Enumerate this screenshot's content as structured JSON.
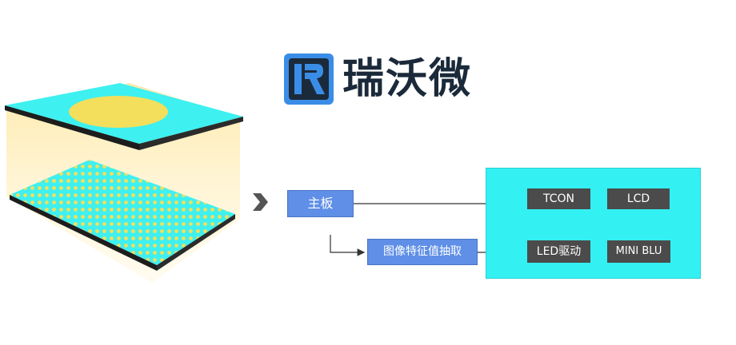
{
  "logo": {
    "brand_text": "瑞沃微",
    "mark_letter": "R",
    "colors": {
      "mark_blue": "#3a8de6",
      "mark_dark": "#1b2a3a",
      "text": "#1b2a3a"
    }
  },
  "illustration": {
    "icon": "backlight-layers-illustration",
    "colors": {
      "top_plate": "#3ef0f0",
      "glow_circle": "#f3df5c",
      "bottom_plate": "#3ef0f0",
      "dots": "#f3df5c",
      "light": "#fff4c8"
    }
  },
  "flow": {
    "chevron_icon": "chevron-right-icon",
    "mainboard_label": "主板",
    "extract_label": "图像特征值抽取",
    "targets": {
      "tcon_label": "TCON",
      "lcd_label": "LCD",
      "led_label": "LED驱动",
      "miniblu_label": "MINI BLU"
    },
    "colors": {
      "blue_box": "#5f8fe6",
      "panel": "#33f0f3",
      "dark_box": "#4b4b4b",
      "line": "#333333"
    }
  }
}
